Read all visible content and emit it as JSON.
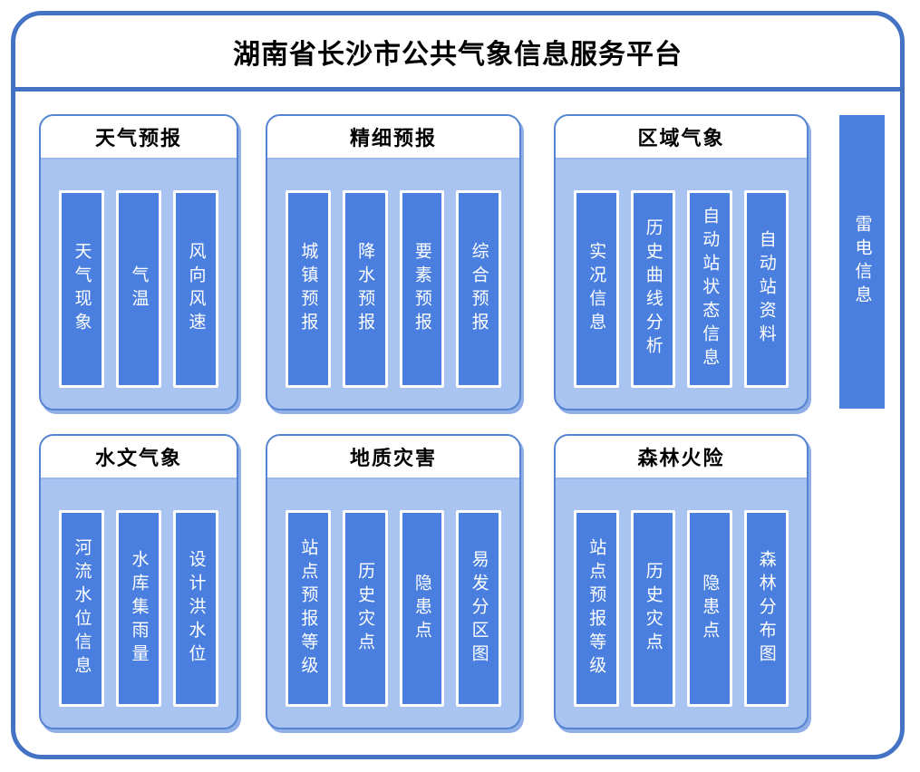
{
  "title": "湖南省长沙市公共气象信息服务平台",
  "panels": [
    {
      "id": "weather-forecast",
      "header": "天气预报",
      "items": [
        "天气现象",
        "气温",
        "风向风速"
      ]
    },
    {
      "id": "fine-forecast",
      "header": "精细预报",
      "items": [
        "城镇预报",
        "降水预报",
        "要素预报",
        "综合预报"
      ]
    },
    {
      "id": "regional-meteorology",
      "header": "区域气象",
      "items": [
        "实况信息",
        "历史曲线分析",
        "自动站状态信息",
        "自动站资料"
      ]
    },
    {
      "id": "hydrological-meteorology",
      "header": "水文气象",
      "items": [
        "河流水位信息",
        "水库集雨量",
        "设计洪水位"
      ]
    },
    {
      "id": "geological-disaster",
      "header": "地质灾害",
      "items": [
        "站点预报等级",
        "历史灾点",
        "隐患点",
        "易发分区图"
      ]
    },
    {
      "id": "forest-fire-risk",
      "header": "森林火险",
      "items": [
        "站点预报等级",
        "历史灾点",
        "隐患点",
        "森林分布图"
      ]
    }
  ],
  "side_bar": {
    "label": "雷电信息"
  },
  "colors": {
    "frame_border": "#4472c4",
    "panel_fill": "#a9c4f0",
    "panel_border": "#5584d2",
    "panel_shadow": "#8fafe6",
    "panel_header_fill": "#ffffff",
    "panel_header_text": "#000000",
    "bar_fill": "#4a7fe0",
    "bar_border": "#ffffff",
    "bar_text": "#ffffff",
    "title_text": "#000000"
  }
}
